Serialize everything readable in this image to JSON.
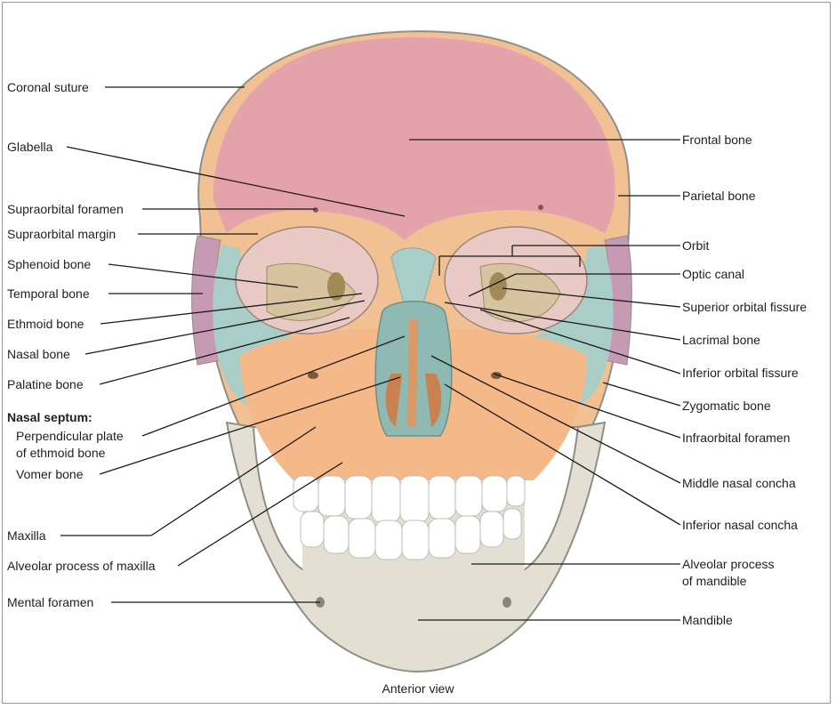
{
  "caption": "Anterior view",
  "labels_left": {
    "coronal_suture": "Coronal suture",
    "glabella": "Glabella",
    "supraorbital_foramen": "Supraorbital foramen",
    "supraorbital_margin": "Supraorbital margin",
    "sphenoid_bone": "Sphenoid bone",
    "temporal_bone": "Temporal bone",
    "ethmoid_bone": "Ethmoid bone",
    "nasal_bone": "Nasal bone",
    "palatine_bone": "Palatine bone",
    "nasal_septum": "Nasal septum:",
    "perpendicular_plate_1": "Perpendicular plate",
    "perpendicular_plate_2": "of ethmoid bone",
    "vomer_bone": "Vomer bone",
    "maxilla": "Maxilla",
    "alveolar_process_maxilla": "Alveolar process of maxilla",
    "mental_foramen": "Mental foramen"
  },
  "labels_right": {
    "frontal_bone": "Frontal bone",
    "parietal_bone": "Parietal bone",
    "orbit": "Orbit",
    "optic_canal": "Optic canal",
    "superior_orbital_fissure": "Superior orbital fissure",
    "lacrimal_bone": "Lacrimal bone",
    "inferior_orbital_fissure": "Inferior orbital fissure",
    "zygomatic_bone": "Zygomatic bone",
    "infraorbital_foramen": "Infraorbital foramen",
    "middle_nasal_concha": "Middle nasal concha",
    "inferior_nasal_concha": "Inferior nasal concha",
    "alveolar_process_mandible_1": "Alveolar process",
    "alveolar_process_mandible_2": "of mandible",
    "mandible": "Mandible"
  },
  "colors": {
    "frontal": "#e4a3ab",
    "parietal": "#f2c193",
    "maxilla": "#f5b989",
    "zygomatic": "#a9cdc7",
    "sphenoid": "#c79ab4",
    "ethmoid": "#d8c3a0",
    "mandible": "#e3dfd3",
    "teeth": "#ffffff",
    "outline": "#8f8f86"
  }
}
